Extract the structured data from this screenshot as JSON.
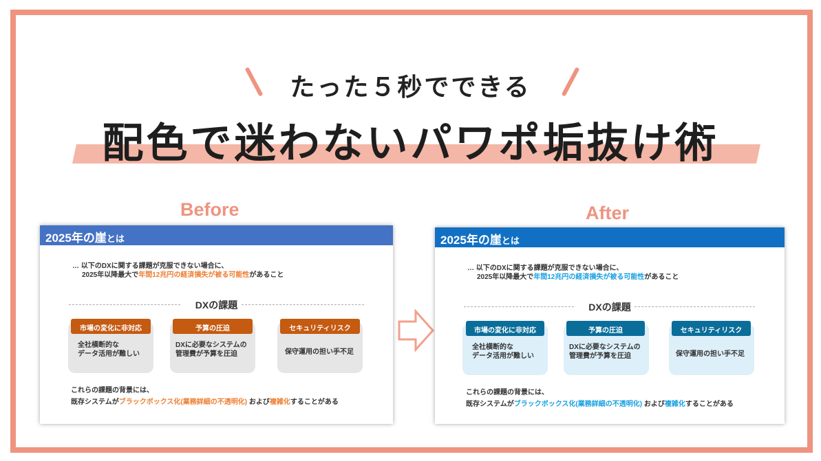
{
  "header": {
    "subtitle": "たった５秒でできる",
    "title": "配色で迷わないパワポ垢抜け術"
  },
  "labels": {
    "before": "Before",
    "after": "After"
  },
  "slide": {
    "title": "2025年の崖",
    "title_suffix": "とは",
    "intro1": "… 以下のDXに関する課題が克服できない場合に、",
    "intro2_a": "2025年以降最大で",
    "intro2_b": "年間12兆円の経済損失が被る可能性",
    "intro2_c": "があること",
    "section": "DXの課題",
    "cards": [
      {
        "label": "市場の変化に非対応",
        "text1": "全社横断的な",
        "text2": "データ活用が難しい"
      },
      {
        "label": "予算の圧迫",
        "text1": "DXに必要なシステムの",
        "text2": "管理費が予算を圧迫"
      },
      {
        "label": "セキュリティリスク",
        "text1": "保守運用の担い手不足",
        "text2": ""
      }
    ],
    "bottom1": "これらの課題の背景には、",
    "bottom2_a": "既存システムが",
    "bottom2_b": "ブラックボックス化(業務詳細の不透明化)",
    "bottom2_c": " および",
    "bottom2_d": "複雑化",
    "bottom2_e": "することがある"
  },
  "colors": {
    "frame": "#EE9480",
    "before_header": "#4472C4",
    "before_accent": "#ED7D31",
    "after_header": "#1170C4",
    "after_accent": "#17A0E0"
  }
}
